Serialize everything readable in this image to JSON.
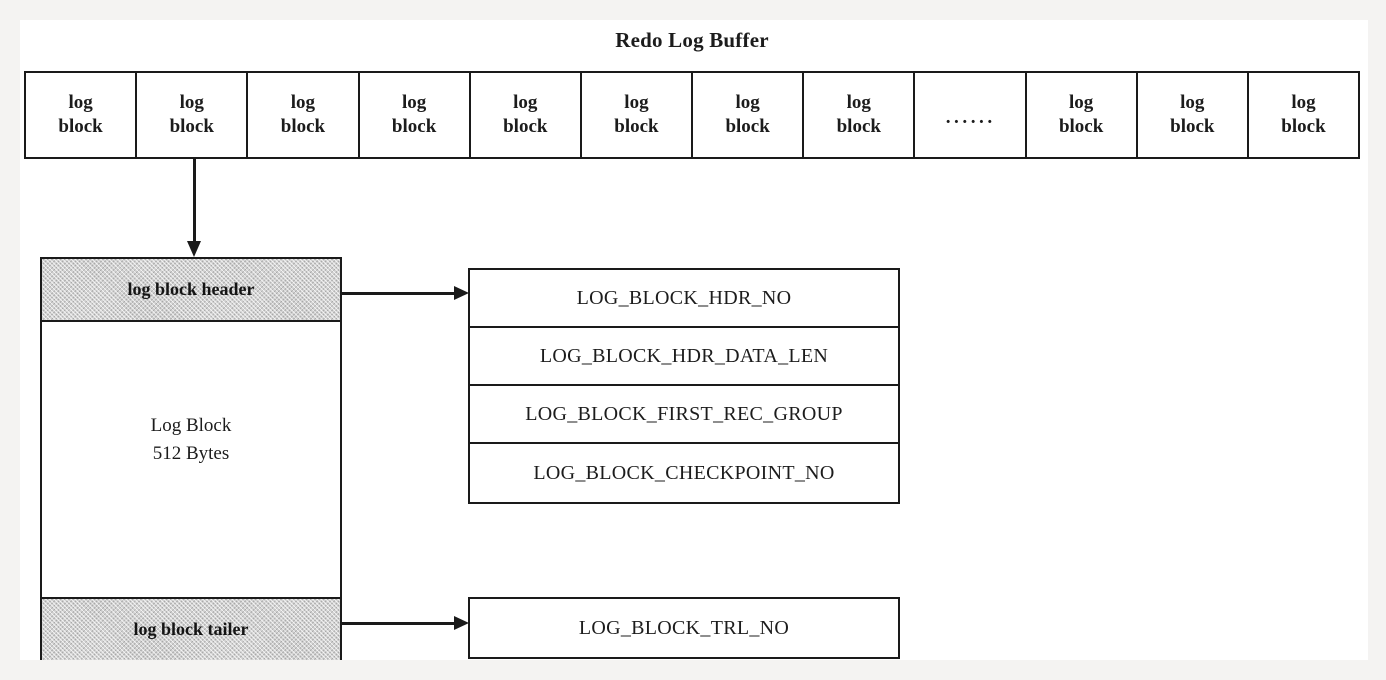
{
  "diagram": {
    "title": "Redo Log Buffer",
    "buffer": {
      "cells": [
        {
          "kind": "block",
          "line1": "log",
          "line2": "block"
        },
        {
          "kind": "block",
          "line1": "log",
          "line2": "block"
        },
        {
          "kind": "block",
          "line1": "log",
          "line2": "block"
        },
        {
          "kind": "block",
          "line1": "log",
          "line2": "block"
        },
        {
          "kind": "block",
          "line1": "log",
          "line2": "block"
        },
        {
          "kind": "block",
          "line1": "log",
          "line2": "block"
        },
        {
          "kind": "block",
          "line1": "log",
          "line2": "block"
        },
        {
          "kind": "block",
          "line1": "log",
          "line2": "block"
        },
        {
          "kind": "ellipsis",
          "text": "······"
        },
        {
          "kind": "block",
          "line1": "log",
          "line2": "block"
        },
        {
          "kind": "block",
          "line1": "log",
          "line2": "block"
        },
        {
          "kind": "block",
          "line1": "log",
          "line2": "block"
        }
      ]
    },
    "structure": {
      "header_label": "log block header",
      "body_line1": "Log Block",
      "body_line2": "512 Bytes",
      "tailer_label": "log block tailer"
    },
    "header_fields": [
      "LOG_BLOCK_HDR_NO",
      "LOG_BLOCK_HDR_DATA_LEN",
      "LOG_BLOCK_FIRST_REC_GROUP",
      "LOG_BLOCK_CHECKPOINT_NO"
    ],
    "tailer_fields": [
      "LOG_BLOCK_TRL_NO"
    ],
    "colors": {
      "page_background": "#f4f3f2",
      "paper": "#ffffff",
      "stroke": "#1a1a1a",
      "shaded_fill": "#d2d2d2",
      "text": "#1c1c1c"
    }
  }
}
